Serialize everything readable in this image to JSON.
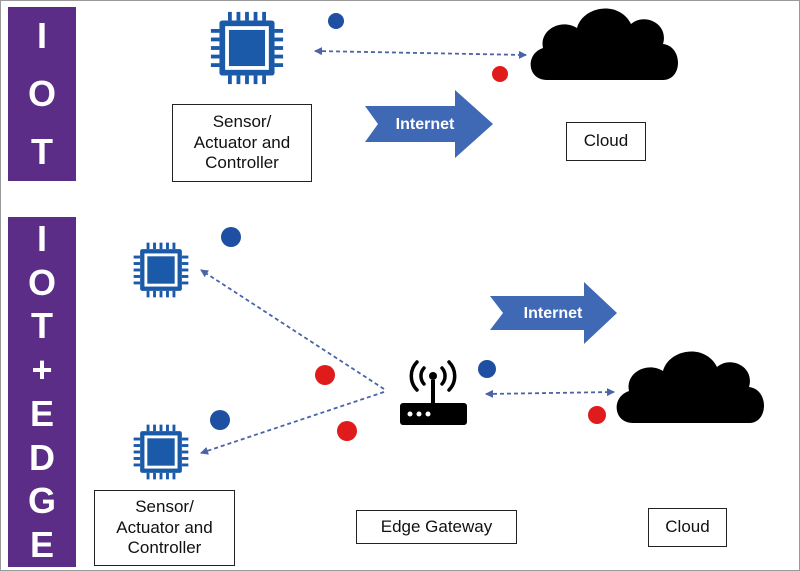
{
  "iot_band": {
    "letters": [
      "I",
      "O",
      "T"
    ]
  },
  "edge_band": {
    "letters": [
      "I",
      "O",
      "T",
      "+",
      "E",
      "D",
      "G",
      "E"
    ]
  },
  "top": {
    "sensor_label": "Sensor/\nActuator and\nController",
    "internet_label": "Internet",
    "cloud_label": "Cloud"
  },
  "bottom": {
    "sensor_label": "Sensor/\nActuator and\nController",
    "internet_label": "Internet",
    "gateway_label": "Edge Gateway",
    "cloud_label": "Cloud"
  },
  "colors": {
    "band": "#5b2d87",
    "chip": "#1a5aa8",
    "blue_dot": "#1e4fa3",
    "red_dot": "#e01b1b",
    "arrow": "#3f68b5",
    "dashed_line": "#4a64a8"
  }
}
